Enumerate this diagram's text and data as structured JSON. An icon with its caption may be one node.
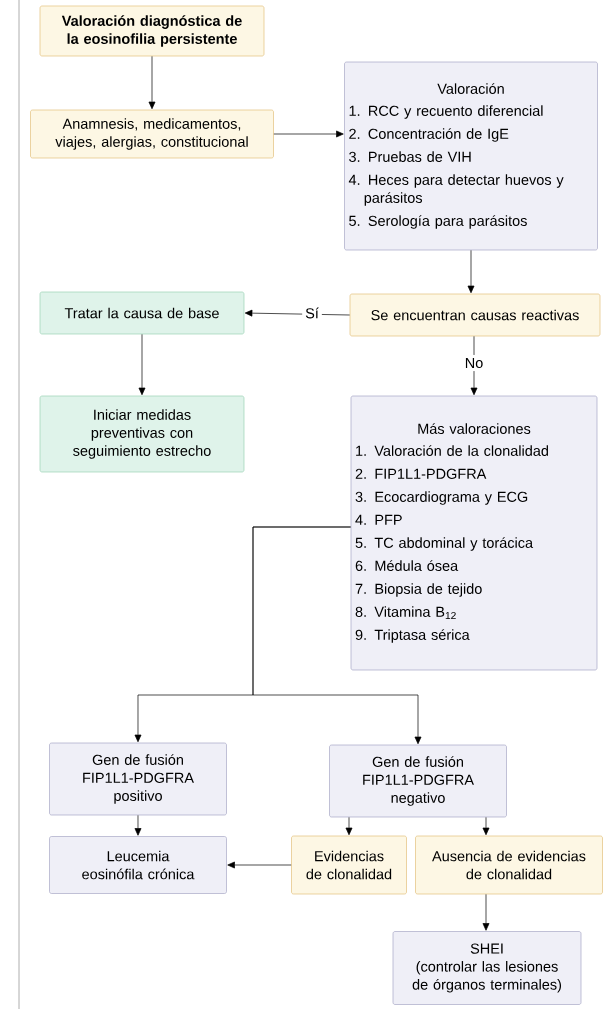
{
  "diagram": {
    "nodes": [
      {
        "text": [
          "Valoración diagnóstica de la eosinofilia persistente"
        ]
      },
      {
        "text": [
          "Anamnesis, medicamentos, viajes, alergias, constitucional"
        ]
      },
      {
        "text": [
          "Valoración",
          "1. RCC y recuento diferencial",
          "2. Concentración de IgE",
          "3. Pruebas de VIH",
          "4. Heces para detectar huevos y parásitos",
          "5. Serología para parásitos"
        ]
      },
      {
        "text": [
          "Tratar la causa de base"
        ]
      },
      {
        "text": [
          "Se encuentran causas reactivas"
        ]
      },
      {
        "text": [
          "Iniciar medidas preventivas con seguimiento estrecho"
        ]
      },
      {
        "text": [
          "Más valoraciones",
          "1. Valoración de la clonalidad",
          "2. FIP1L1-PDGFRA",
          "3. Ecocardiograma y ECG",
          "4. PFP",
          "5. TC abdominal y torácica",
          "6. Médula ósea",
          "7. Biopsia de tejido",
          "8. Vitamina B$_{12}$",
          "9. Triptasa sérica"
        ]
      },
      {
        "text": [
          "Gen de fusión FIP1L1-PDGFRA positivo"
        ]
      },
      {
        "text": [
          "Gen de fusión FIP1L1-PDGFRA negativo"
        ]
      },
      {
        "text": [
          "Leucemia eosinófila crónica"
        ]
      },
      {
        "text": [
          "Evidencias de clonalidad"
        ]
      },
      {
        "text": [
          "Ausencia de evidencias de clonalidad"
        ]
      },
      {
        "text": [
          "SHEI",
          "(controlar las lesiones de órganos terminales)"
        ]
      }
    ],
    "edges": [
      {
        "from": 0,
        "to": 1,
        "arrow": "to"
      },
      {
        "from": 1,
        "to": 2,
        "arrow": "to"
      },
      {
        "from": 2,
        "to": 4,
        "arrow": "to"
      },
      {
        "from": 4,
        "to": 3,
        "arrow": "to",
        "label": "Sí"
      },
      {
        "from": 3,
        "to": 5,
        "arrow": "to"
      },
      {
        "from": 4,
        "to": 6,
        "arrow": "to",
        "label": "No"
      },
      {
        "from": 6,
        "to": 7,
        "arrow": "to"
      },
      {
        "from": 6,
        "to": 8,
        "arrow": "to"
      },
      {
        "from": 7,
        "to": 9,
        "arrow": "to"
      },
      {
        "from": 8,
        "to": 10,
        "arrow": "to"
      },
      {
        "from": 8,
        "to": 11,
        "arrow": "to"
      },
      {
        "from": 10,
        "to": 9,
        "arrow": "to"
      },
      {
        "from": 11,
        "to": 12,
        "arrow": "to"
      }
    ]
  }
}
